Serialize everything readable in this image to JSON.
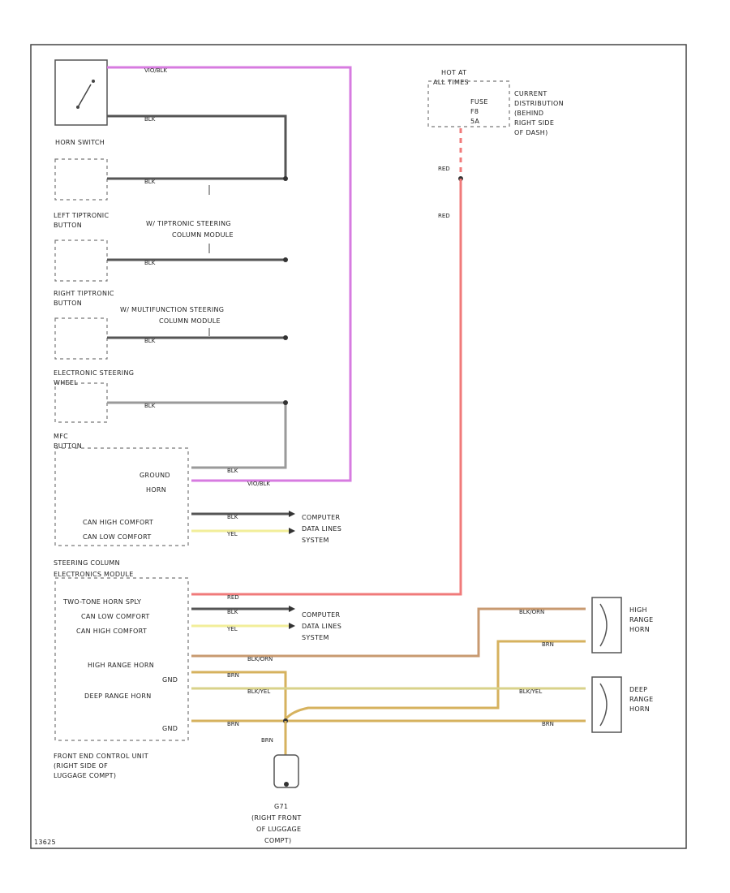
{
  "colors": {
    "violet": "#d77be0",
    "black": "#555555",
    "gray": "#9a9a9a",
    "red": "#f07a7a",
    "yellow": "#f2ee9a",
    "brown": "#c89a70",
    "tan": "#d6b25e",
    "olive": "#d8d28a"
  },
  "diagram_id": "13625",
  "components": {
    "horn_switch": "HORN SWITCH",
    "left_tiptronic": [
      "LEFT TIPTRONIC",
      "BUTTON"
    ],
    "right_tiptronic": [
      "RIGHT TIPTRONIC",
      "BUTTON"
    ],
    "electronic_steering": [
      "ELECTRONIC STEERING",
      "WHEEL"
    ],
    "mfc": [
      "MFC",
      "BUTTON"
    ],
    "tiptronic_module": [
      "W/ TIPTRONIC STEERING",
      "COLUMN MODULE"
    ],
    "multifunction_module": [
      "W/ MULTIFUNCTION STEERING",
      "COLUMN MODULE"
    ],
    "hot_at": "HOT AT",
    "all_times": "ALL TIMES",
    "fuse": "FUSE",
    "fuse_no": "F8",
    "amps": "5A",
    "current_dist": [
      "CURRENT",
      "DISTRIBUTION",
      "(BEHIND",
      "RIGHT SIDE",
      "OF DASH)"
    ],
    "steering_column": [
      "STEERING COLUMN",
      "ELECTRONICS MODULE"
    ],
    "front_end": [
      "FRONT END CONTROL UNIT",
      "(RIGHT SIDE OF",
      "LUGGAGE COMPT)"
    ],
    "high_horn": [
      "HIGH",
      "RANGE",
      "HORN"
    ],
    "deep_horn": [
      "DEEP",
      "RANGE",
      "HORN"
    ],
    "computer_data_1": [
      "COMPUTER",
      "DATA LINES",
      "SYSTEM"
    ],
    "computer_data_2": [
      "COMPUTER",
      "DATA LINES",
      "SYSTEM"
    ],
    "ground": [
      "G71",
      "(RIGHT FRONT",
      "OF LUGGAGE",
      "COMPT)"
    ]
  },
  "pins": {
    "mfc": [
      "GROUND",
      "HORN",
      "CAN HIGH COMFORT",
      "CAN LOW COMFORT"
    ],
    "front_end": [
      "TWO-TONE HORN SPLY",
      "CAN LOW COMFORT",
      "CAN HIGH COMFORT",
      "HIGH RANGE HORN",
      "GND",
      "DEEP RANGE HORN",
      "GND"
    ]
  },
  "wires": {
    "vio_blk": "VIO/BLK",
    "blk": "BLK",
    "red": "RED",
    "yel": "YEL",
    "blk_orn": "BLK/ORN",
    "brn": "BRN",
    "blk_yel": "BLK/YEL"
  }
}
